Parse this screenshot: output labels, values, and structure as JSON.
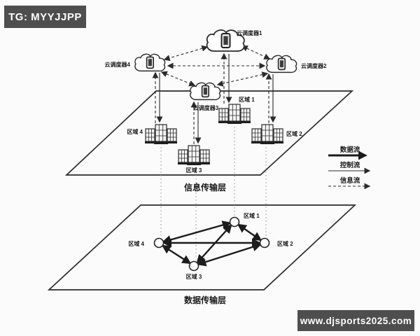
{
  "watermarks": {
    "top_left": "TG: MYYJJPP",
    "bottom_right": "www.djsports2025.com"
  },
  "diagram": {
    "layer_labels": {
      "information": "信息传输层",
      "data": "数据传输层"
    },
    "cloud_schedulers": [
      {
        "label": "云调度器1"
      },
      {
        "label": "云调度器2"
      },
      {
        "label": "云调度器3"
      },
      {
        "label": "云调度器4"
      }
    ],
    "region_labels": [
      "区域 1",
      "区域 2",
      "区域 3",
      "区域 4"
    ],
    "legend": {
      "items": [
        {
          "label": "数据流",
          "style": "thick-solid-arrow"
        },
        {
          "label": "控制流",
          "style": "thin-solid-arrow"
        },
        {
          "label": "信息流",
          "style": "dashed-arrow"
        }
      ]
    },
    "colors": {
      "ink": "#2b2b2b",
      "muted_line": "#a6a6a6",
      "banner_bg": "#4e4e4e",
      "banner_text": "#ffffff"
    }
  }
}
